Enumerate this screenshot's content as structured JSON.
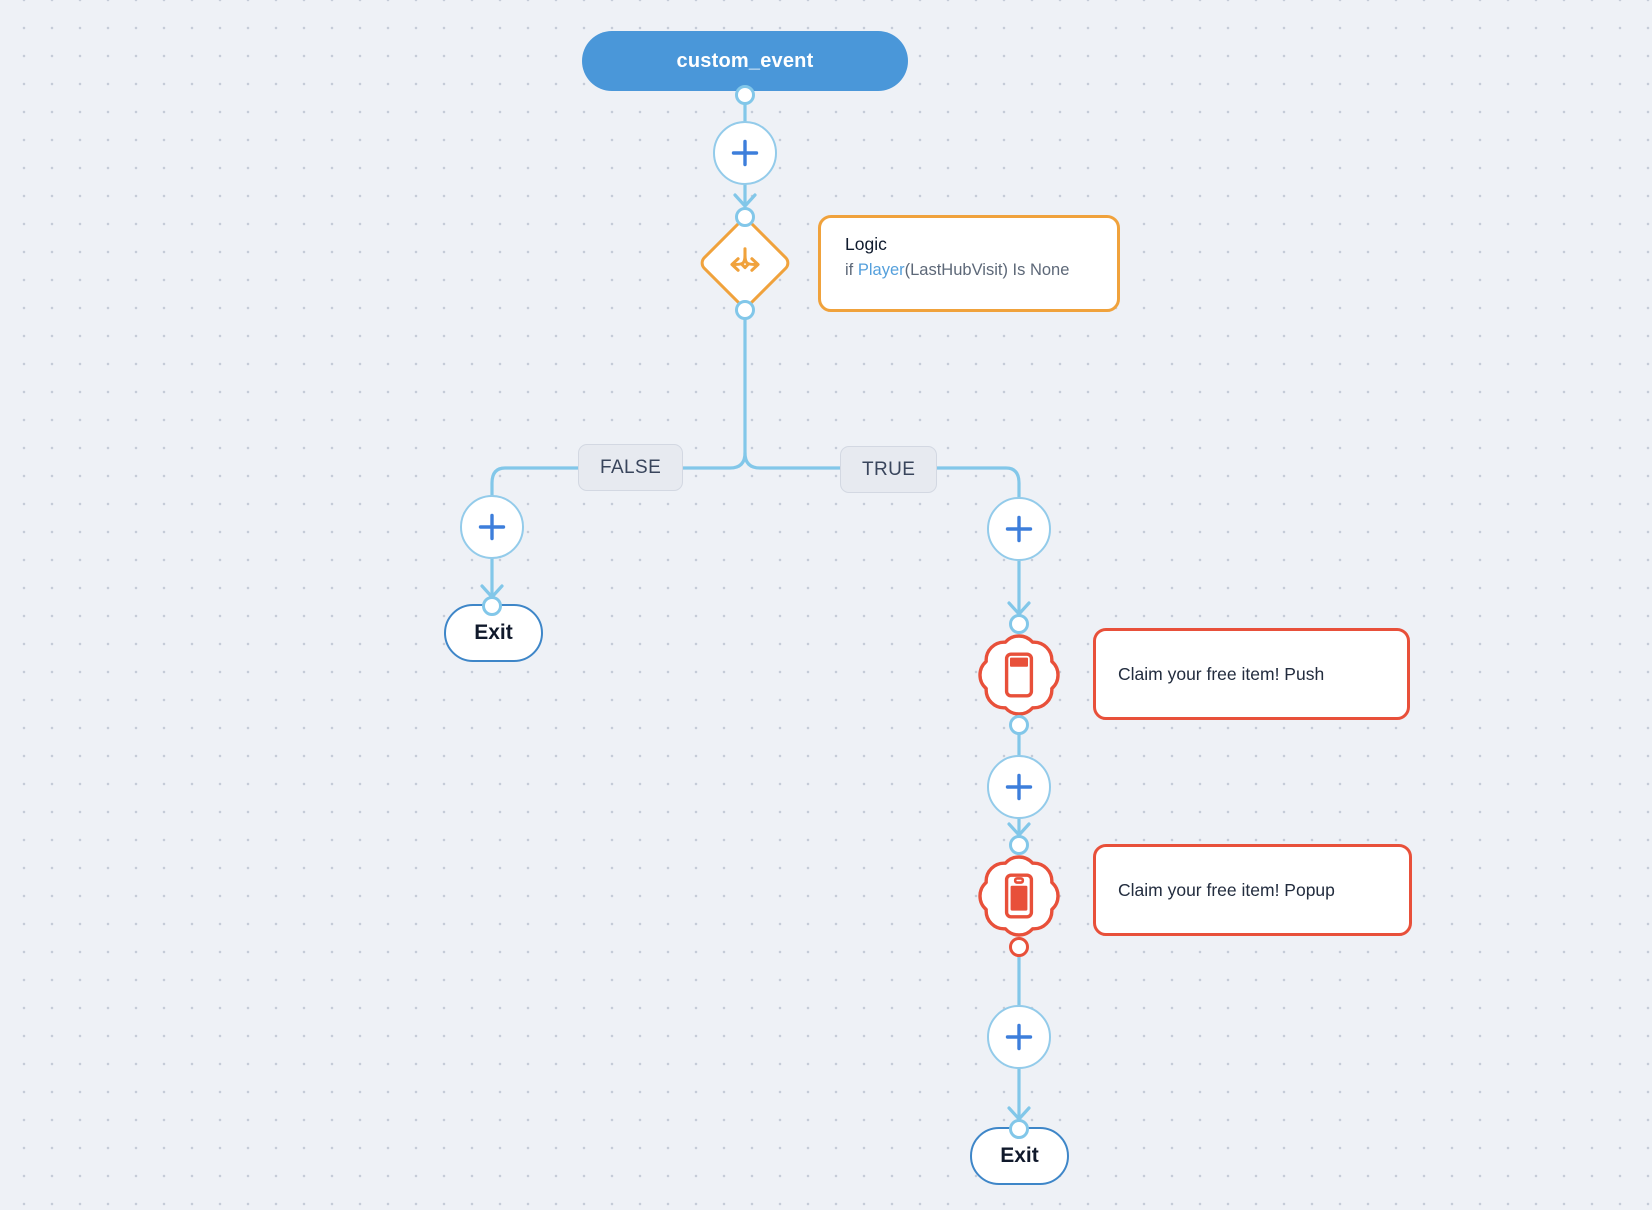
{
  "diagram": {
    "trigger": {
      "label": "custom_event"
    },
    "logic_node": {
      "icon": "branch-split-icon",
      "card": {
        "title": "Logic",
        "condition": {
          "keyword": "if ",
          "variable": "Player",
          "rest": "(LastHubVisit) Is None"
        }
      }
    },
    "branches": {
      "false_label": "FALSE",
      "true_label": "TRUE"
    },
    "false_branch": {
      "exit_label": "Exit"
    },
    "true_branch": {
      "push_node": {
        "icon": "phone-push-icon",
        "card_label": "Claim your free item! Push"
      },
      "popup_node": {
        "icon": "phone-popup-icon",
        "card_label": "Claim your free item! Popup"
      },
      "exit_label": "Exit"
    }
  },
  "colors": {
    "background": "#EEF1F6",
    "trigger_blue": "#4A97D9",
    "connector_blue": "#82C7E9",
    "plus_blue": "#3D7EDB",
    "exit_border_blue": "#3E86C8",
    "logic_orange": "#F0A23C",
    "action_red": "#E8503A",
    "chip_bg": "#E7EAF0"
  }
}
